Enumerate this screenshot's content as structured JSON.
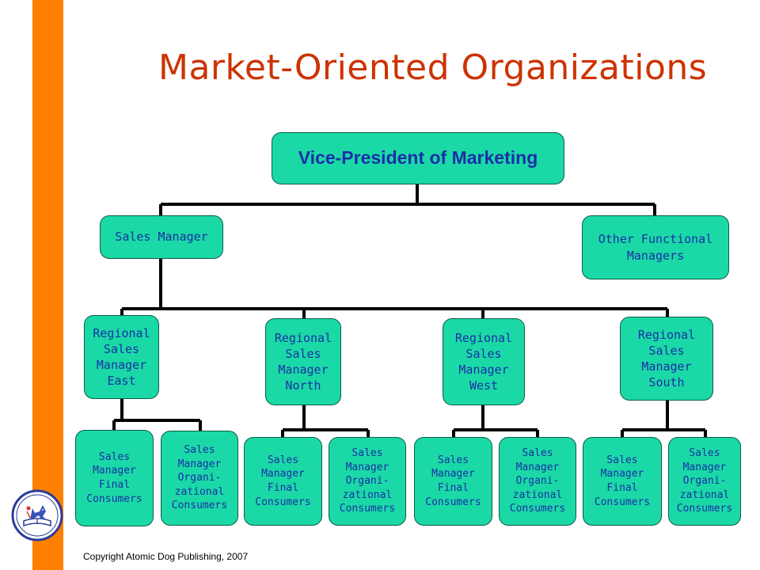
{
  "slide": {
    "title": "Market-Oriented Organizations",
    "copyright": "Copyright Atomic Dog Publishing, 2007"
  },
  "colors": {
    "accent_bar": "#ff7f00",
    "title": "#cc3300",
    "box_fill": "#1ad9a6",
    "box_text": "#1a2fa8",
    "connector": "#000000"
  },
  "org_chart": {
    "vp": "Vice-President of Marketing",
    "sales_manager": "Sales Manager",
    "other_managers": "Other Functional\nManagers",
    "regions": [
      {
        "label": "Regional\nSales\nManager\nEast",
        "subs": [
          "Sales\nManager\nFinal\nConsumers",
          "Sales\nManager\nOrgani-\nzational\nConsumers"
        ]
      },
      {
        "label": "Regional\nSales\nManager\nNorth",
        "subs": [
          "Sales\nManager\nFinal\nConsumers",
          "Sales\nManager\nOrgani-\nzational\nConsumers"
        ]
      },
      {
        "label": "Regional\nSales\nManager\nWest",
        "subs": [
          "Sales\nManager\nFinal\nConsumers",
          "Sales\nManager\nOrgani-\nzational\nConsumers"
        ]
      },
      {
        "label": "Regional\nSales\nManager\nSouth",
        "subs": [
          "Sales\nManager\nFinal\nConsumers",
          "Sales\nManager\nOrgani-\nzational\nConsumers"
        ]
      }
    ]
  },
  "logo": {
    "icon": "atomic-dog-logo-icon"
  }
}
